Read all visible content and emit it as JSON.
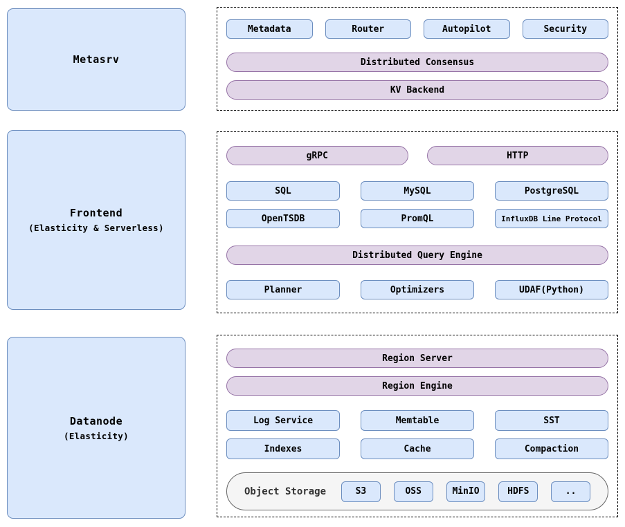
{
  "colors": {
    "blue_fill": "#dae8fc",
    "blue_stroke": "#6c8ebf",
    "purple_fill": "#e1d5e7",
    "purple_stroke": "#9673a6",
    "storage_fill": "#f5f5f5",
    "storage_stroke": "#666666",
    "dashed_border": "#000000"
  },
  "metasrv": {
    "title": "Metasrv",
    "components": [
      "Metadata",
      "Router",
      "Autopilot",
      "Security"
    ],
    "consensus": "Distributed Consensus",
    "kv_backend": "KV Backend"
  },
  "frontend": {
    "title": "Frontend",
    "subtitle": "(Elasticity & Serverless)",
    "protocols": [
      "gRPC",
      "HTTP"
    ],
    "query_row1": [
      "SQL",
      "MySQL",
      "PostgreSQL"
    ],
    "query_row2": [
      "OpenTSDB",
      "PromQL",
      "InfluxDB Line Protocol"
    ],
    "query_engine": "Distributed Query Engine",
    "engine_components": [
      "Planner",
      "Optimizers",
      "UDAF(Python)"
    ]
  },
  "datanode": {
    "title": "Datanode",
    "subtitle": "(Elasticity)",
    "region_server": "Region Server",
    "region_engine": "Region Engine",
    "engine_row1": [
      "Log Service",
      "Memtable",
      "SST"
    ],
    "engine_row2": [
      "Indexes",
      "Cache",
      "Compaction"
    ],
    "object_storage": {
      "label": "Object Storage",
      "backends": [
        "S3",
        "OSS",
        "MinIO",
        "HDFS",
        ".."
      ]
    }
  }
}
